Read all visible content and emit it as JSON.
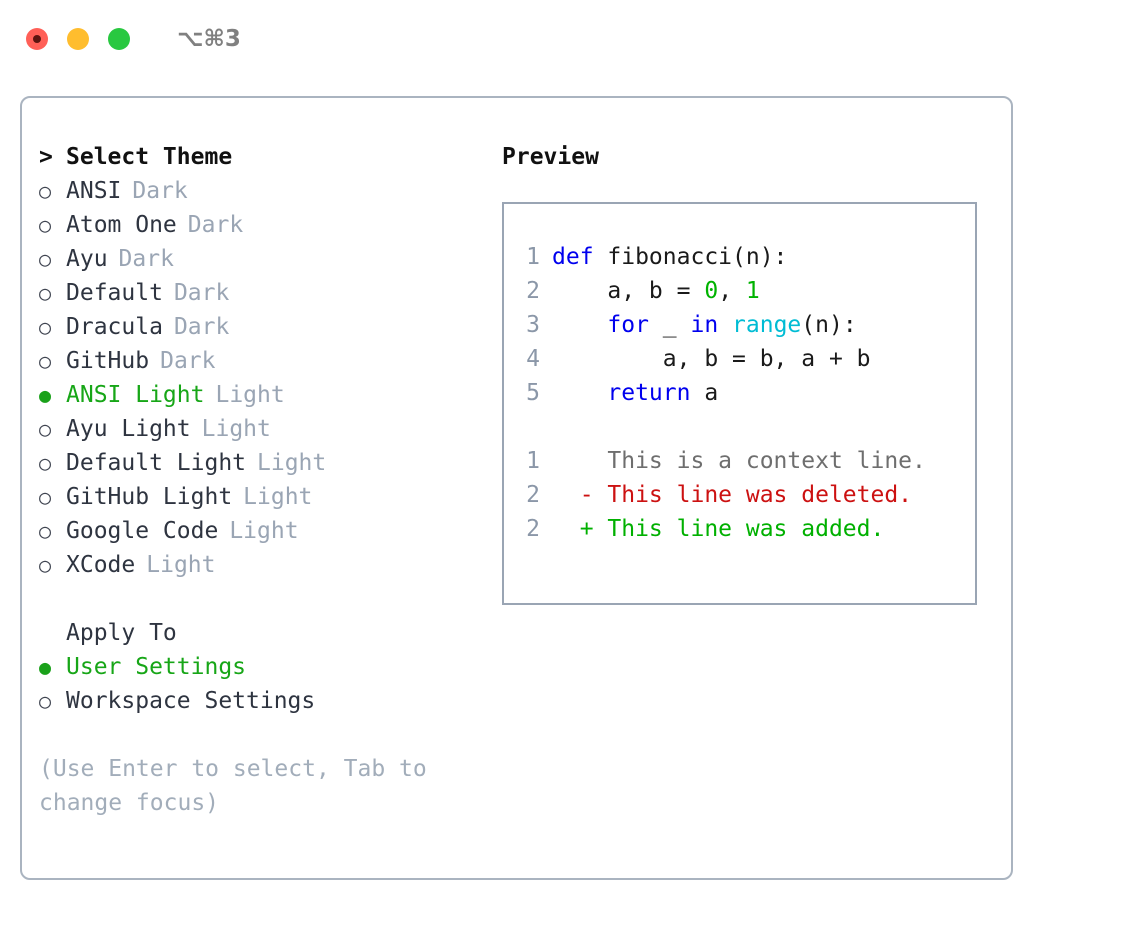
{
  "titlebar": {
    "lights": [
      {
        "name": "close",
        "color": "#ff5f57"
      },
      {
        "name": "minimize",
        "color": "#ffbd2e"
      },
      {
        "name": "zoom",
        "color": "#28c840"
      }
    ],
    "shortcut": "⌥⌘3"
  },
  "theme_picker": {
    "caret": ">",
    "title": "Select Theme",
    "marker_off": "○",
    "marker_on": "●",
    "selected_color": "#17a617",
    "tag_color": "#9aa5b4",
    "items": [
      {
        "label": "ANSI",
        "tag": "Dark",
        "selected": false
      },
      {
        "label": "Atom One",
        "tag": "Dark",
        "selected": false
      },
      {
        "label": "Ayu",
        "tag": "Dark",
        "selected": false
      },
      {
        "label": "Default",
        "tag": "Dark",
        "selected": false
      },
      {
        "label": "Dracula",
        "tag": "Dark",
        "selected": false
      },
      {
        "label": "GitHub",
        "tag": "Dark",
        "selected": false
      },
      {
        "label": "ANSI Light",
        "tag": "Light",
        "selected": true
      },
      {
        "label": "Ayu Light",
        "tag": "Light",
        "selected": false
      },
      {
        "label": "Default Light",
        "tag": "Light",
        "selected": false
      },
      {
        "label": "GitHub Light",
        "tag": "Light",
        "selected": false
      },
      {
        "label": "Google Code",
        "tag": "Light",
        "selected": false
      },
      {
        "label": "XCode",
        "tag": "Light",
        "selected": false
      }
    ]
  },
  "apply_to": {
    "heading": "Apply To",
    "options": [
      {
        "label": "User Settings",
        "selected": true
      },
      {
        "label": "Workspace Settings",
        "selected": false
      }
    ]
  },
  "hint": "(Use Enter to select, Tab to change focus)",
  "preview": {
    "title": "Preview",
    "code": [
      {
        "n": "1",
        "tokens": [
          {
            "t": "def ",
            "c": "kw"
          },
          {
            "t": "fibonacci(n):",
            "c": "plain"
          }
        ]
      },
      {
        "n": "2",
        "tokens": [
          {
            "t": "    a, b = ",
            "c": "plain"
          },
          {
            "t": "0",
            "c": "num"
          },
          {
            "t": ", ",
            "c": "plain"
          },
          {
            "t": "1",
            "c": "num"
          }
        ]
      },
      {
        "n": "3",
        "tokens": [
          {
            "t": "    ",
            "c": "plain"
          },
          {
            "t": "for",
            "c": "kw"
          },
          {
            "t": " _ ",
            "c": "plain"
          },
          {
            "t": "in",
            "c": "kw"
          },
          {
            "t": " ",
            "c": "plain"
          },
          {
            "t": "range",
            "c": "fn"
          },
          {
            "t": "(n):",
            "c": "plain"
          }
        ]
      },
      {
        "n": "4",
        "tokens": [
          {
            "t": "        a, b = b, a + b",
            "c": "plain"
          }
        ]
      },
      {
        "n": "5",
        "tokens": [
          {
            "t": "    ",
            "c": "plain"
          },
          {
            "t": "return",
            "c": "kw"
          },
          {
            "t": " a",
            "c": "plain"
          }
        ]
      }
    ],
    "diff": [
      {
        "n": "1",
        "sign": " ",
        "text": "This is a context line.",
        "kind": "ctx"
      },
      {
        "n": "2",
        "sign": "-",
        "text": "This line was deleted.",
        "kind": "del"
      },
      {
        "n": "2",
        "sign": "+",
        "text": "This line was added.",
        "kind": "add"
      }
    ]
  }
}
